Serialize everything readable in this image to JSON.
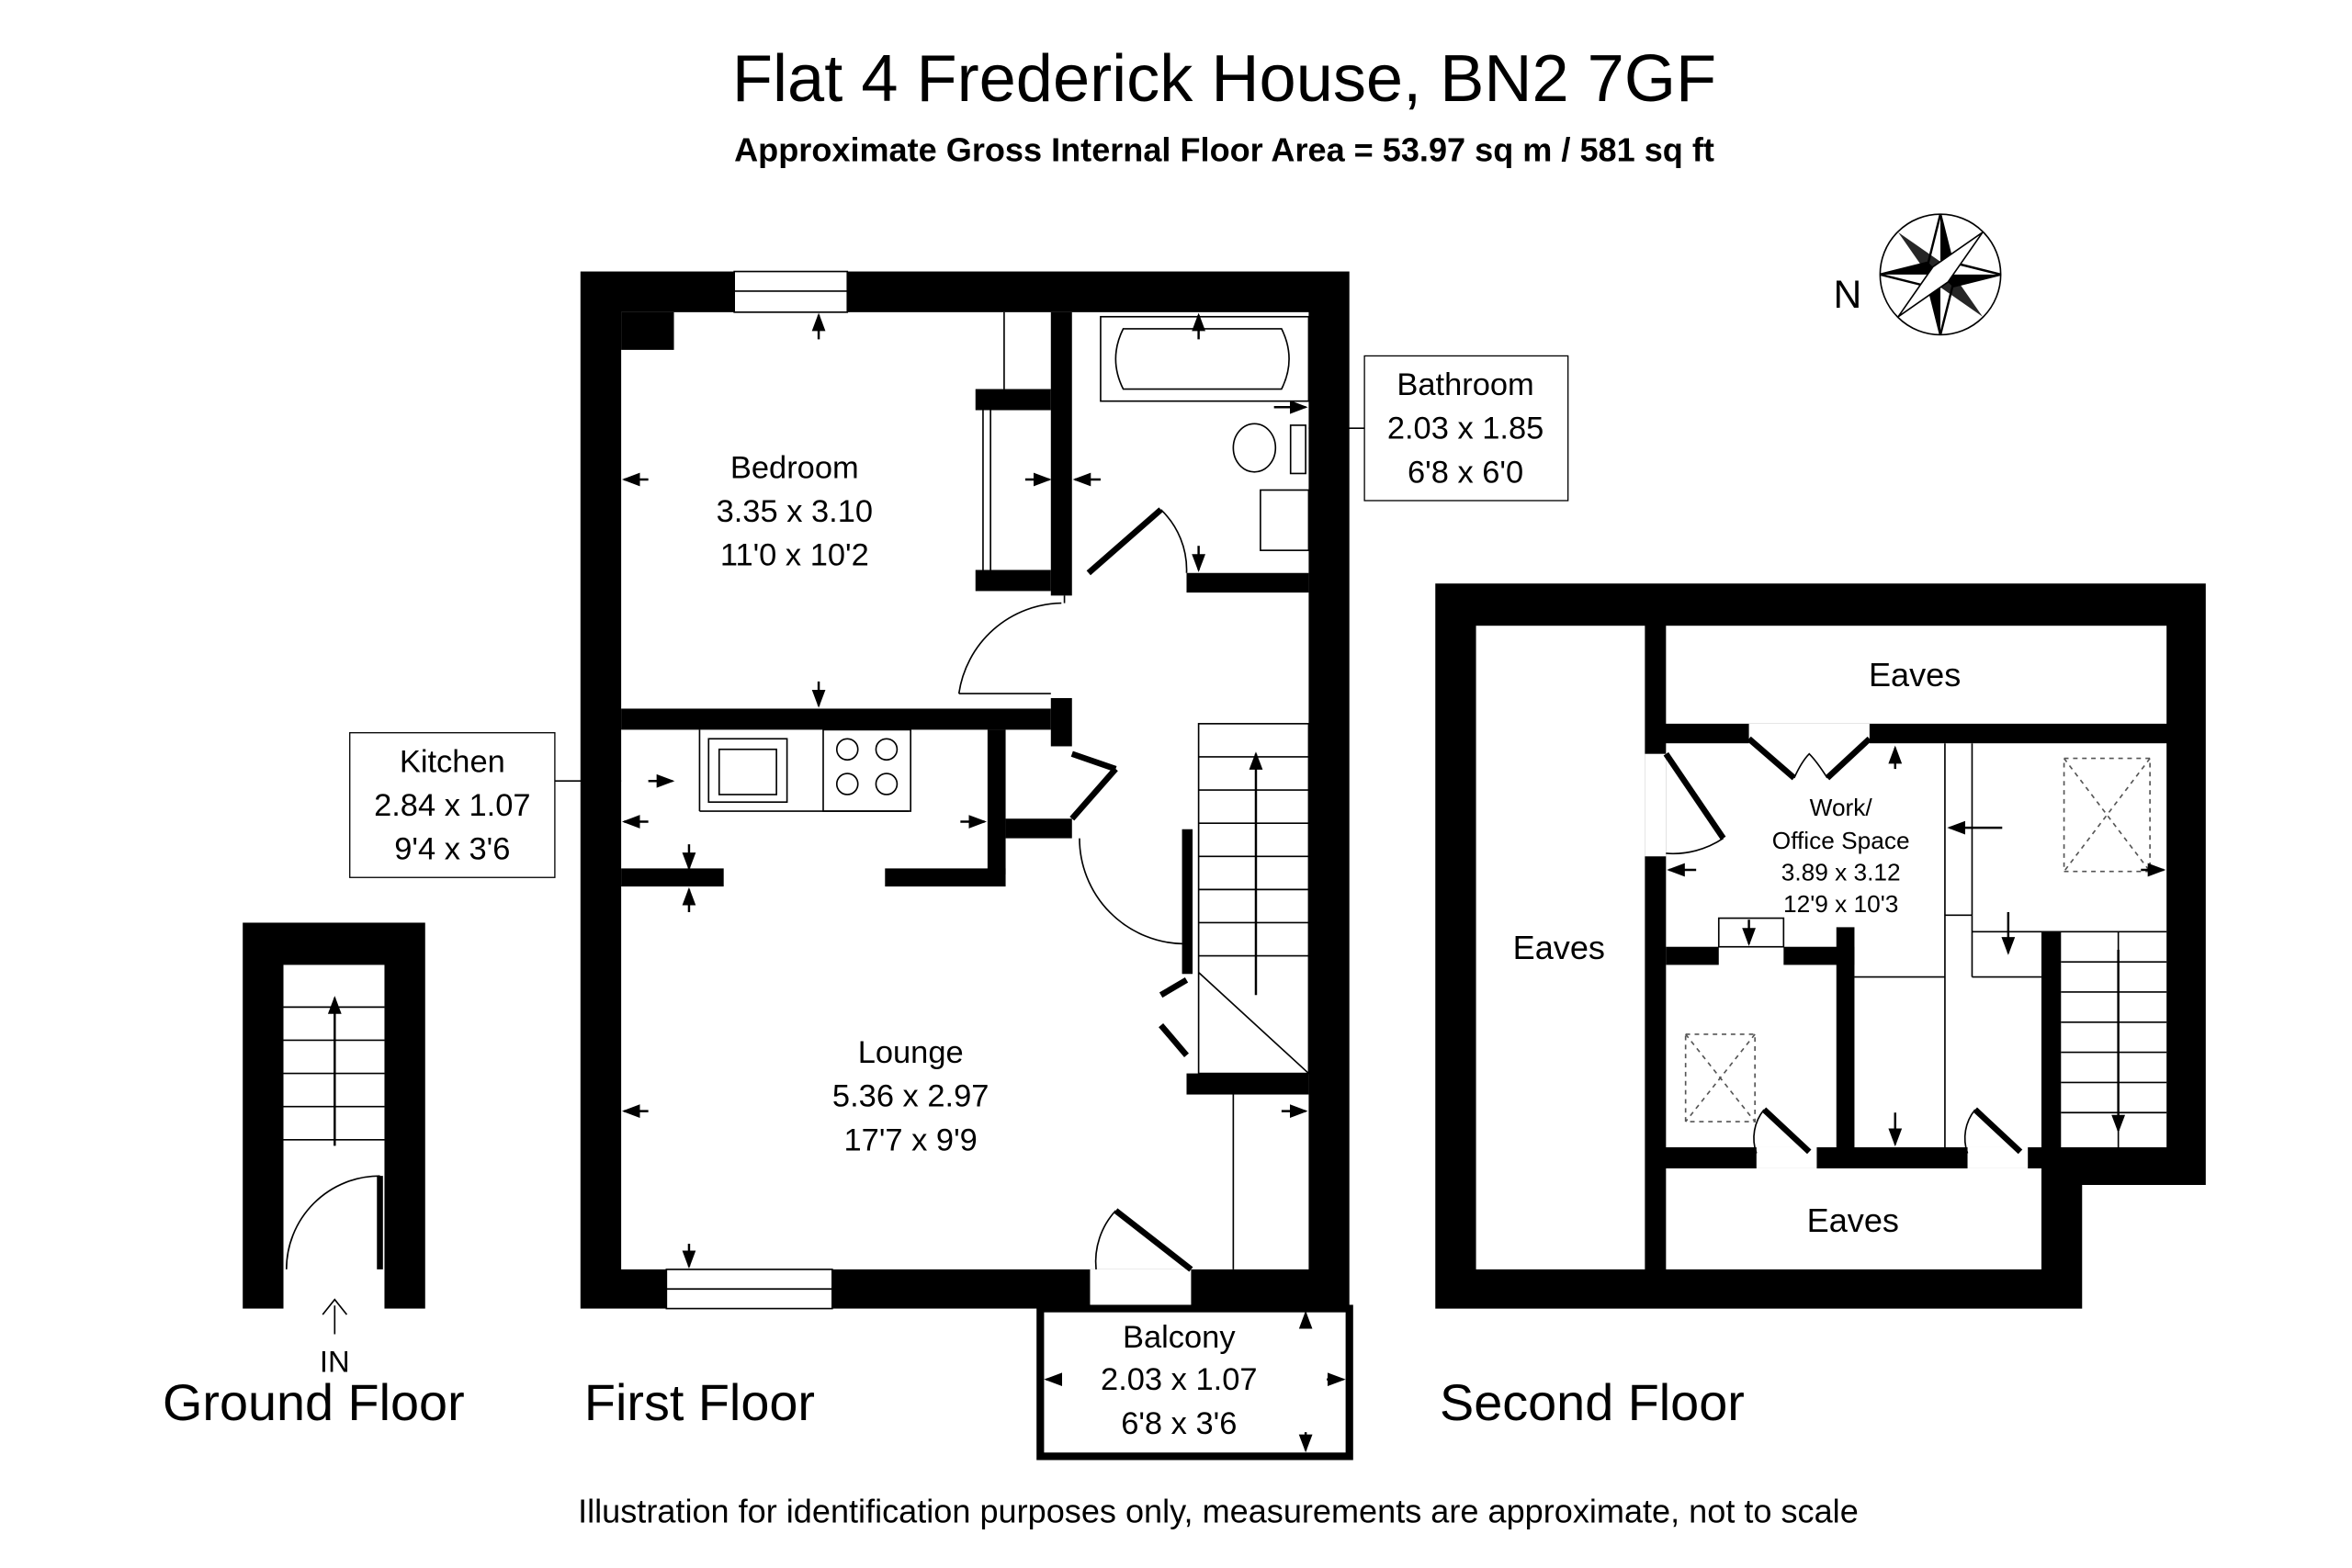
{
  "header": {
    "title": "Flat 4 Frederick House, BN2 7GF",
    "subtitle": "Approximate Gross Internal Floor Area = 53.97 sq m / 581 sq ft"
  },
  "compass": {
    "label": "N"
  },
  "floors": {
    "ground": {
      "label": "Ground Floor",
      "entrance": "IN"
    },
    "first": {
      "label": "First Floor"
    },
    "second": {
      "label": "Second Floor"
    }
  },
  "rooms": {
    "bedroom": {
      "name": "Bedroom",
      "metric": "3.35 x 3.10",
      "imperial": "11'0 x 10'2"
    },
    "bathroom": {
      "name": "Bathroom",
      "metric": "2.03 x 1.85",
      "imperial": "6'8 x 6'0"
    },
    "kitchen": {
      "name": "Kitchen",
      "metric": "2.84 x 1.07",
      "imperial": "9'4 x 3'6"
    },
    "lounge": {
      "name": "Lounge",
      "metric": "5.36 x 2.97",
      "imperial": "17'7 x 9'9"
    },
    "balcony": {
      "name": "Balcony",
      "metric": "2.03 x 1.07",
      "imperial": "6'8 x 3'6"
    },
    "office": {
      "name_line1": "Work/",
      "name_line2": "Office Space",
      "metric": "3.89 x 3.12",
      "imperial": "12'9 x 10'3"
    },
    "eaves_top": {
      "name": "Eaves"
    },
    "eaves_left": {
      "name": "Eaves"
    },
    "eaves_bottom": {
      "name": "Eaves"
    }
  },
  "footer": {
    "disclaimer": "Illustration for identification purposes only, measurements are approximate, not to scale"
  }
}
